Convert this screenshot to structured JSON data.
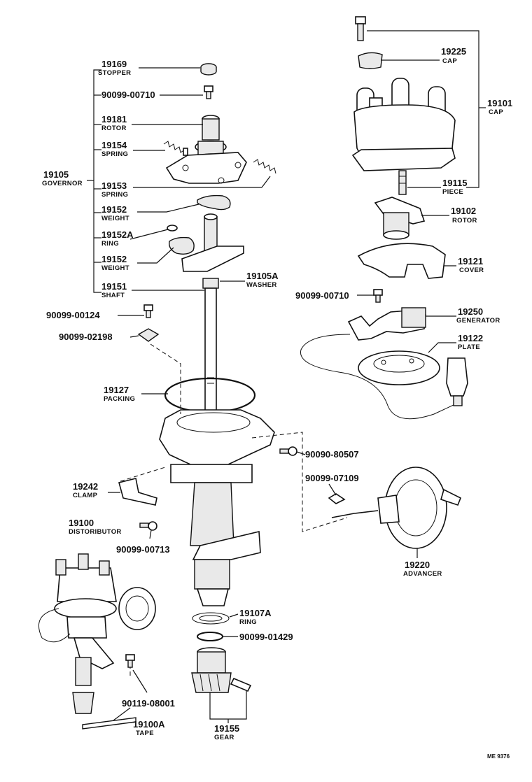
{
  "diagram": {
    "code": "ME 9376",
    "labels": [
      {
        "id": "19169",
        "number": "19169",
        "name": "STOPPER"
      },
      {
        "id": "90099-00710-a",
        "number": "90099-00710",
        "name": ""
      },
      {
        "id": "19181",
        "number": "19181",
        "name": "ROTOR"
      },
      {
        "id": "19154",
        "number": "19154",
        "name": "SPRING"
      },
      {
        "id": "19105",
        "number": "19105",
        "name": "GOVERNOR"
      },
      {
        "id": "19153",
        "number": "19153",
        "name": "SPRING"
      },
      {
        "id": "19152-a",
        "number": "19152",
        "name": "WEIGHT"
      },
      {
        "id": "19152A",
        "number": "19152A",
        "name": "RING"
      },
      {
        "id": "19152-b",
        "number": "19152",
        "name": "WEIGHT"
      },
      {
        "id": "19151",
        "number": "19151",
        "name": "SHAFT"
      },
      {
        "id": "19105A",
        "number": "19105A",
        "name": "WASHER"
      },
      {
        "id": "90099-00124",
        "number": "90099-00124",
        "name": ""
      },
      {
        "id": "90099-02198",
        "number": "90099-02198",
        "name": ""
      },
      {
        "id": "19127",
        "number": "19127",
        "name": "PACKING"
      },
      {
        "id": "90090-80507",
        "number": "90090-80507",
        "name": ""
      },
      {
        "id": "90099-07109",
        "number": "90099-07109",
        "name": ""
      },
      {
        "id": "19242",
        "number": "19242",
        "name": "CLAMP"
      },
      {
        "id": "19100",
        "number": "19100",
        "name": "DISTORIBUTOR"
      },
      {
        "id": "90099-00713",
        "number": "90099-00713",
        "name": ""
      },
      {
        "id": "19220",
        "number": "19220",
        "name": "ADVANCER"
      },
      {
        "id": "19107A",
        "number": "19107A",
        "name": "RING"
      },
      {
        "id": "90099-01429",
        "number": "90099-01429",
        "name": ""
      },
      {
        "id": "90119-08001",
        "number": "90119-08001",
        "name": ""
      },
      {
        "id": "19100A",
        "number": "19100A",
        "name": "TAPE"
      },
      {
        "id": "19155",
        "number": "19155",
        "name": "GEAR"
      },
      {
        "id": "19225",
        "number": "19225",
        "name": "CAP"
      },
      {
        "id": "19101",
        "number": "19101",
        "name": "CAP"
      },
      {
        "id": "19115",
        "number": "19115",
        "name": "PIECE"
      },
      {
        "id": "19102",
        "number": "19102",
        "name": "ROTOR"
      },
      {
        "id": "19121",
        "number": "19121",
        "name": "COVER"
      },
      {
        "id": "90099-00710-b",
        "number": "90099-00710",
        "name": ""
      },
      {
        "id": "19250",
        "number": "19250",
        "name": "GENERATOR"
      },
      {
        "id": "19122",
        "number": "19122",
        "name": "PLATE"
      }
    ]
  }
}
